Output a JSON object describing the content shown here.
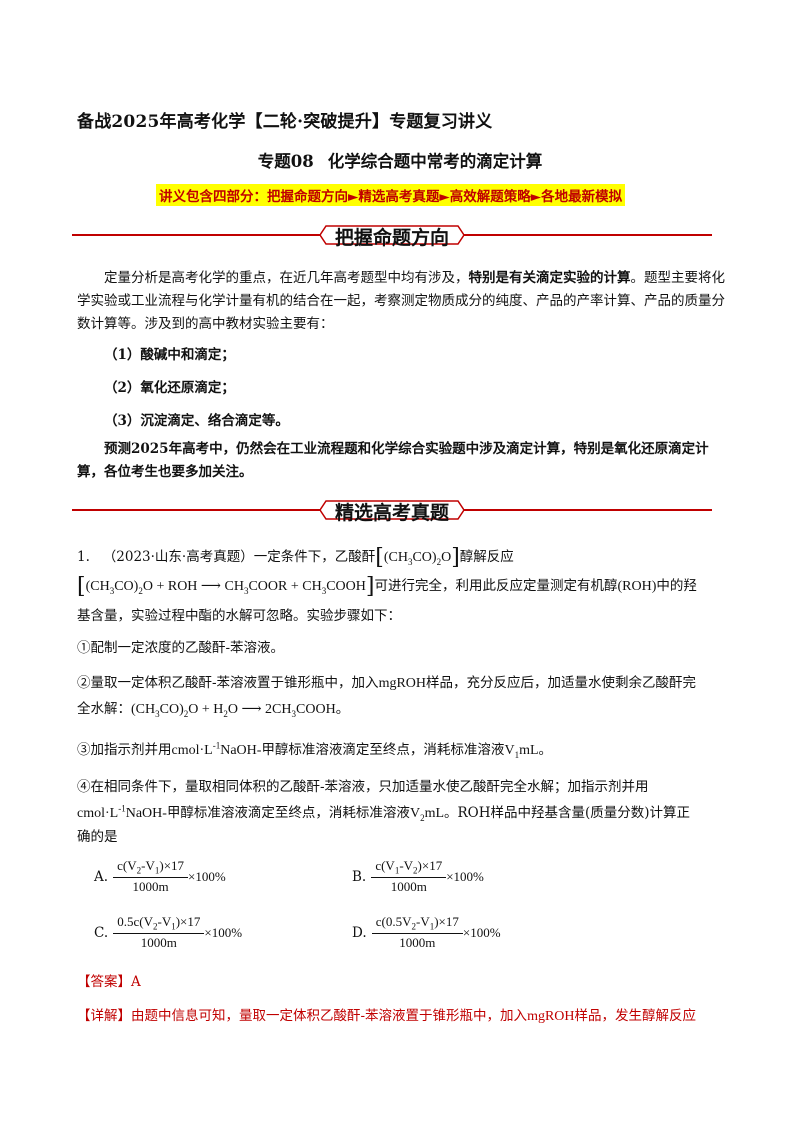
{
  "doc_title": "备战2025年高考化学【二轮·突破提升】专题复习讲义",
  "topic": {
    "number": "专题08",
    "title": "化学综合题中常考的滴定计算"
  },
  "contents_banner": "讲义包含四部分：把握命题方向►精选高考真题►高效解题策略►各地最新模拟",
  "section1": {
    "heading": "把握命题方向",
    "intro_plain_a": "定量分析是高考化学的重点，在近几年高考题型中均有涉及，",
    "intro_bold": "特别是有关滴定实验的计算",
    "intro_plain_b": "。题型主要将化学实验或工业流程与化学计量有机的结合在一起，考察测定物质成分的纯度、产品的产率计算、产品的质量分数计算等。涉及到的高中教材实验主要有：",
    "items": [
      "（1）酸碱中和滴定；",
      "（2）氧化还原滴定；",
      "（3）沉淀滴定、络合滴定等。"
    ],
    "prediction": "预测2025年高考中，仍然会在工业流程题和化学综合实验题中涉及滴定计算，特别是氧化还原滴定计算，各位考生也要多加关注。"
  },
  "section2": {
    "heading": "精选高考真题"
  },
  "question": {
    "number": "1.",
    "source": "（2023·山东·高考真题）",
    "stem_a": "一定条件下，乙酸酐",
    "anhydride_formula": "(CH3CO)2O",
    "stem_b": "醇解反应",
    "reaction": "(CH3CO)2O + ROH ⟶ CH3COOR + CH3COOH",
    "stem_c": "可进行完全，利用此反应定量测定有机醇",
    "roh": "ROH",
    "stem_d": "中的羟",
    "stem_e": "基含量，实验过程中酯的水解可忽略。实验步骤如下：",
    "step1": "①配制一定浓度的乙酸酐-苯溶液。",
    "step2_a": "②量取一定体积乙酸酐-苯溶液置于锥形瓶中，加入",
    "sample": "mgROH",
    "step2_b": "样品，充分反应后，加适量水使剩余乙酸酐完",
    "step2_c": "全水解：",
    "hydrolysis": "(CH3CO)2O + H2O ⟶ 2CH3COOH",
    "step2_end": "。",
    "step3_a": "③加指示剂并用",
    "conc": "cmol·L-1NaOH-",
    "step3_b": "甲醇标准溶液滴定至终点，消耗标准溶液",
    "v1": "V1mL",
    "step3_end": "。",
    "step4_a": "④在相同条件下，量取相同体积的乙酸酐-苯溶液，只加适量水使乙酸酐完全水解；加指示剂并用",
    "step4_b": "甲醇标准溶液滴定至终点，消耗标准溶液",
    "v2": "V2mL",
    "step4_c": "。ROH样品中羟基含量(质量分数)计算正",
    "step4_d": "确的是",
    "options": [
      {
        "label": "A.",
        "numerator": "c(V2-V1)×17",
        "denominator": "1000m",
        "suffix": "×100%"
      },
      {
        "label": "B.",
        "numerator": "c(V1-V2)×17",
        "denominator": "1000m",
        "suffix": "×100%"
      },
      {
        "label": "C.",
        "numerator": "0.5c(V2-V1)×17",
        "denominator": "1000m",
        "suffix": "×100%"
      },
      {
        "label": "D.",
        "numerator": "c(0.5V2-V1)×17",
        "denominator": "1000m",
        "suffix": "×100%"
      }
    ],
    "answer_label": "【答案】",
    "answer_value": "A",
    "detail_label": "【详解】",
    "detail_a": "由题中信息可知，量取一定体积乙酸酐-苯溶液置于锥形瓶中，加入",
    "detail_sample": "mgROH",
    "detail_b": "样品，发生醇解反应"
  },
  "colors": {
    "accent_red": "#c00000",
    "highlight_yellow": "#ffff00"
  }
}
